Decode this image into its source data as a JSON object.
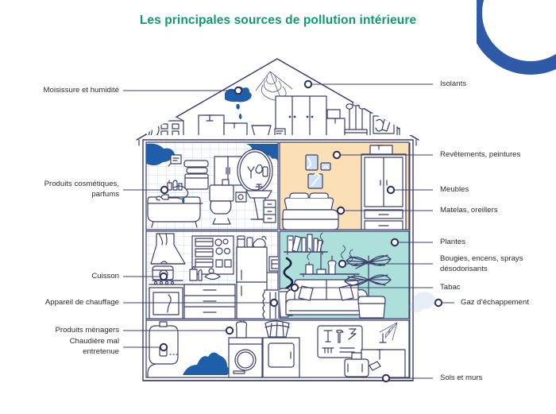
{
  "page": {
    "title": "Les principales sources de pollution intérieure",
    "title_color": "#0e9b72",
    "background": "#ffffff"
  },
  "decoration": {
    "arc": {
      "name": "blue-arc-decoration",
      "color": "#2e5aa8",
      "position": "top-right"
    }
  },
  "illustration": {
    "name": "house-cutaway",
    "line_color": "#3b3f6b",
    "accent_blue": "#2e5aa8",
    "rooms": [
      {
        "name": "attic",
        "label": "Grenier",
        "fill": "#ffffff",
        "items": [
          "cartons",
          "armoire",
          "maison de poupée",
          "cadres",
          "toiles d'araignée",
          "tache d'humidité",
          "tapis roulés"
        ]
      },
      {
        "name": "bathroom",
        "label": "Salle de bain",
        "fill": "#ffffff",
        "tile": true,
        "mold": "#1f5fa9",
        "items": [
          "baignoire",
          "toilettes",
          "lavabo",
          "miroir",
          "armoire",
          "serviettes",
          "cosmétiques"
        ]
      },
      {
        "name": "bedroom",
        "label": "Chambre",
        "fill": "#fae0b4",
        "items": [
          "lit",
          "oreillers",
          "armoire",
          "cadres muraux"
        ]
      },
      {
        "name": "kitchen",
        "label": "Cuisine",
        "fill": "#ffffff",
        "tile": true,
        "items": [
          "hotte",
          "plaque de cuisson",
          "casserole",
          "réfrigérateur",
          "four",
          "radiateur",
          "étagères"
        ]
      },
      {
        "name": "living-room",
        "label": "Salon",
        "fill": "#aee0db",
        "items": [
          "canapé",
          "coussins",
          "bibliothèque",
          "bougies",
          "encens",
          "plante verte",
          "fumée de cigarette"
        ]
      },
      {
        "name": "basement",
        "label": "Sous-sol",
        "fill": "#ffffff",
        "items": [
          "chaudière",
          "lave-linge",
          "sèche-linge",
          "panier à linge",
          "panneau à outils",
          "tache d'humidité",
          "établi"
        ]
      }
    ]
  },
  "callouts": {
    "left": [
      {
        "id": "moisissure",
        "text": "Moisissure et humidité",
        "marker": true
      },
      {
        "id": "cosmetiques",
        "text": "Produits cosmétiques,\nparfums",
        "marker": true
      },
      {
        "id": "cuisson",
        "text": "Cuisson",
        "marker": true
      },
      {
        "id": "chauffage",
        "text": "Appareil de chauffage",
        "marker": true
      },
      {
        "id": "menagers",
        "text": "Produits ménagers",
        "marker": true
      },
      {
        "id": "chaudiere",
        "text": "Chaudière mal\nentretenue",
        "marker": true
      }
    ],
    "right": [
      {
        "id": "isolants",
        "text": "Isolants",
        "marker": true
      },
      {
        "id": "revetements",
        "text": "Revêtements, peintures",
        "marker": true
      },
      {
        "id": "meubles",
        "text": "Meubles",
        "marker": true
      },
      {
        "id": "matelas",
        "text": "Matelas, oreillers",
        "marker": true
      },
      {
        "id": "plantes",
        "text": "Plantes",
        "marker": true
      },
      {
        "id": "bougies",
        "text": "Bougies, encens, sprays\ndésodorisants",
        "marker": true
      },
      {
        "id": "tabac",
        "text": "Tabac",
        "marker": true
      },
      {
        "id": "gaz",
        "text": "Gaz d’échappement",
        "marker": true
      },
      {
        "id": "sols",
        "text": "Sols et murs",
        "marker": true
      }
    ]
  }
}
